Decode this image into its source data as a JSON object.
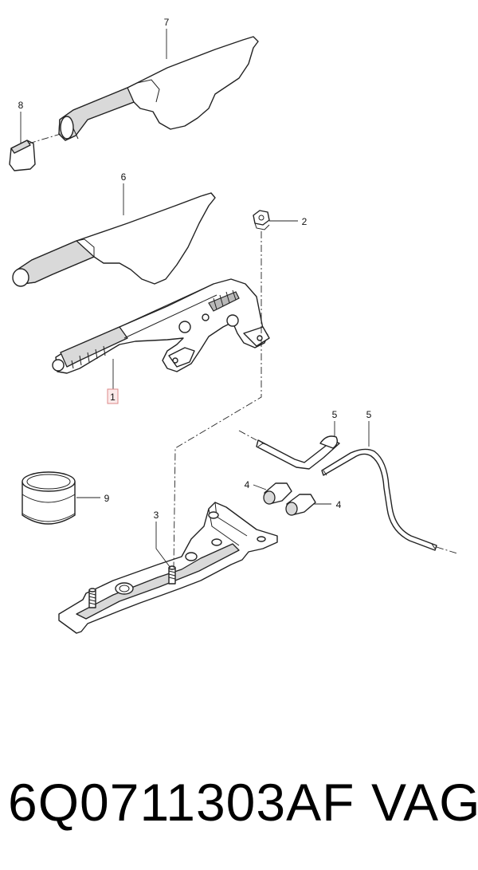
{
  "callouts": {
    "c1": "1",
    "c2": "2",
    "c3": "3",
    "c4a": "4",
    "c4b": "4",
    "c5a": "5",
    "c5b": "5",
    "c6": "6",
    "c7": "7",
    "c8": "8",
    "c9": "9"
  },
  "footer": {
    "part_number": "6Q0711303AF",
    "brand": "VAG"
  },
  "colors": {
    "line": "#222222",
    "highlight": "#d88888"
  }
}
